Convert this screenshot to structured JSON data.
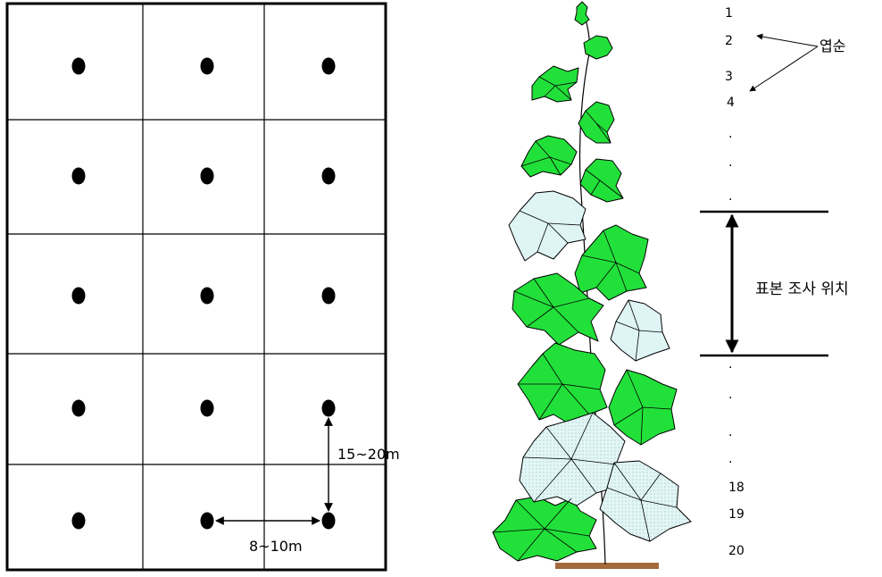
{
  "grid": {
    "rows": 5,
    "cols": 3,
    "spacing_horizontal_label": "8~10m",
    "spacing_vertical_label": "15~20m"
  },
  "vine": {
    "leaf_order_label": "엽순",
    "sampling_position_label": "표본 조사 위치",
    "leaf_numbers_top": [
      "1",
      "2",
      "3",
      "4"
    ],
    "leaf_numbers_bottom": [
      "18",
      "19",
      "20"
    ],
    "ellipsis_mark": "."
  },
  "colors": {
    "leaf_green": "#22e03a",
    "leaf_pale": "#dff4f4",
    "stem_brown": "#a46a3c",
    "line": "#000000"
  }
}
